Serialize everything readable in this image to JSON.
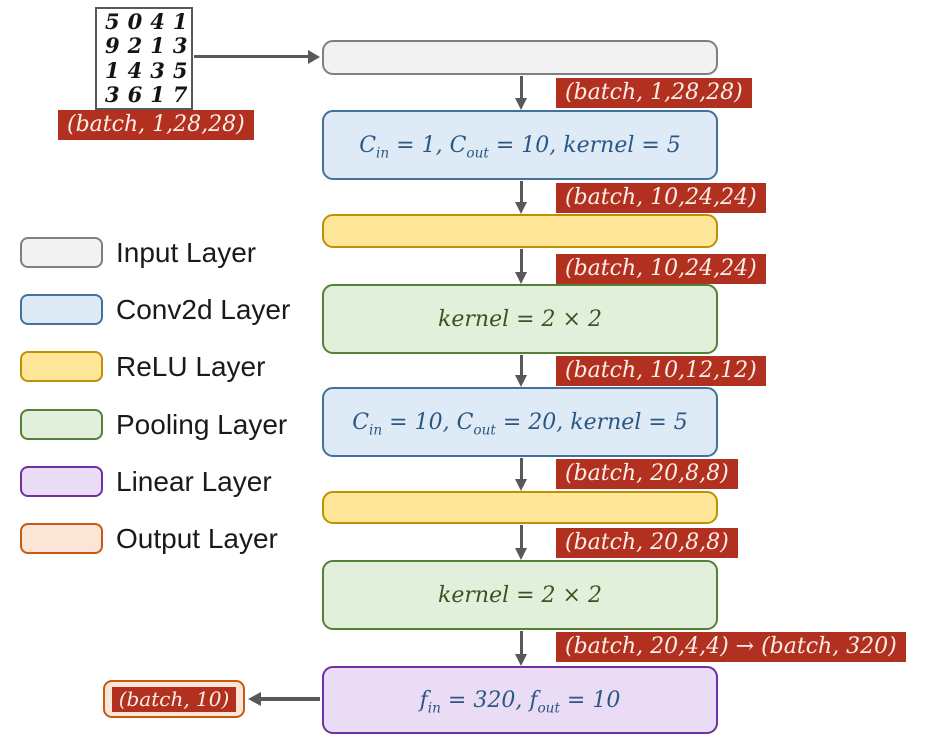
{
  "diagram": {
    "description_colors": {
      "red_label_bg": "#B23020",
      "red_label_text": "#FBEFE8",
      "input_fill": "#F2F2F2",
      "input_border": "#7F7F7F",
      "conv_fill": "#DEEBF7",
      "conv_border": "#41719C",
      "conv_text": "#2A5783",
      "relu_fill": "#FFE699",
      "relu_border": "#BF9000",
      "pool_fill": "#E2EFDA",
      "pool_border": "#538135",
      "pool_text": "#375623",
      "linear_fill": "#EADCF5",
      "linear_border": "#7030A0",
      "output_fill": "#FBE5D6",
      "output_border": "#C55A11",
      "arrow": "#595959"
    }
  },
  "mnist": {
    "rows": [
      "5041",
      "9213",
      "1435",
      "3617"
    ],
    "shape": "(batch, 1,28,28)"
  },
  "nodes": {
    "conv1": {
      "p0": "C",
      "s0": "in",
      "p1": " = 1, C",
      "s1": "out",
      "p2": " = 10, kernel = 5"
    },
    "pool1": {
      "label": "kernel = 2 × 2"
    },
    "conv2": {
      "p0": "C",
      "s0": "in",
      "p1": " = 10, C",
      "s1": "out",
      "p2": " = 20, kernel = 5"
    },
    "pool2": {
      "label": "kernel = 2 × 2"
    },
    "linear": {
      "p0": "f",
      "s0": "in",
      "p1": " = 320, f",
      "s1": "out",
      "p2": " = 10"
    },
    "output": {
      "shape": "(batch, 10)"
    }
  },
  "edges": {
    "e1": "(batch, 1,28,28)",
    "e2": "(batch, 10,24,24)",
    "e3": "(batch, 10,24,24)",
    "e4": "(batch, 10,12,12)",
    "e5": "(batch, 20,8,8)",
    "e6": "(batch, 20,8,8)",
    "e7": "(batch, 20,4,4) → (batch, 320)"
  },
  "legend": {
    "items": [
      {
        "label": "Input Layer",
        "fill": "#F2F2F2",
        "border": "#7F7F7F"
      },
      {
        "label": "Conv2d Layer",
        "fill": "#DEEBF7",
        "border": "#41719C"
      },
      {
        "label": "ReLU Layer",
        "fill": "#FFE699",
        "border": "#BF9000"
      },
      {
        "label": "Pooling Layer",
        "fill": "#E2EFDA",
        "border": "#538135"
      },
      {
        "label": "Linear Layer",
        "fill": "#EADCF5",
        "border": "#7030A0"
      },
      {
        "label": "Output Layer",
        "fill": "#FBE5D6",
        "border": "#C55A11"
      }
    ]
  }
}
